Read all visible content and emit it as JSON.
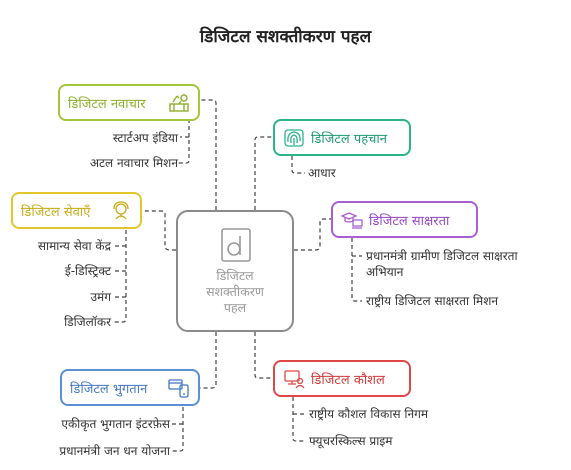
{
  "title": "डिजिटल सशक्तीकरण पहल",
  "center": {
    "label_line1": "डिजिटल",
    "label_line2": "सशक्तीकरण",
    "label_line3": "पहल"
  },
  "colors": {
    "innovation": "#a4c639",
    "identity": "#2bb38a",
    "services": "#e2c62c",
    "literacy": "#a85fd4",
    "payments": "#5b8fd6",
    "skills": "#e04848",
    "connector": "#444444"
  },
  "nodes": {
    "innovation": {
      "label": "डिजिटल नवाचार",
      "icon": "workshop-tools-icon"
    },
    "identity": {
      "label": "डिजिटल पहचान",
      "icon": "fingerprint-icon"
    },
    "services": {
      "label": "डिजिटल सेवाएँ",
      "icon": "service-support-icon"
    },
    "literacy": {
      "label": "डिजिटल साक्षरता",
      "icon": "graduate-computer-icon"
    },
    "payments": {
      "label": "डिजिटल भुगतान",
      "icon": "mobile-payment-icon"
    },
    "skills": {
      "label": "डिजिटल कौशल",
      "icon": "computer-training-icon"
    }
  },
  "leaves": {
    "innovation": [
      "स्टार्टअप इंडिया",
      "अटल नवाचार मिशन"
    ],
    "identity": [
      "आधार"
    ],
    "services": [
      "सामान्य सेवा केंद्र",
      "ई-डिस्ट्रिक्ट",
      "उमंग",
      "डिजिलॉकर"
    ],
    "literacy": [
      "प्रधानमंत्री ग्रामीण डिजिटल साक्षरता",
      "अभियान",
      "राष्ट्रीय डिजिटल साक्षरता मिशन"
    ],
    "payments": [
      "एकीकृत भुगतान इंटरफ़ेस",
      "प्रधानमंत्री जन धन योजना"
    ],
    "skills": [
      "राष्ट्रीय कौशल विकास निगम",
      "फ्यूचरस्किल्स प्राइम"
    ]
  }
}
